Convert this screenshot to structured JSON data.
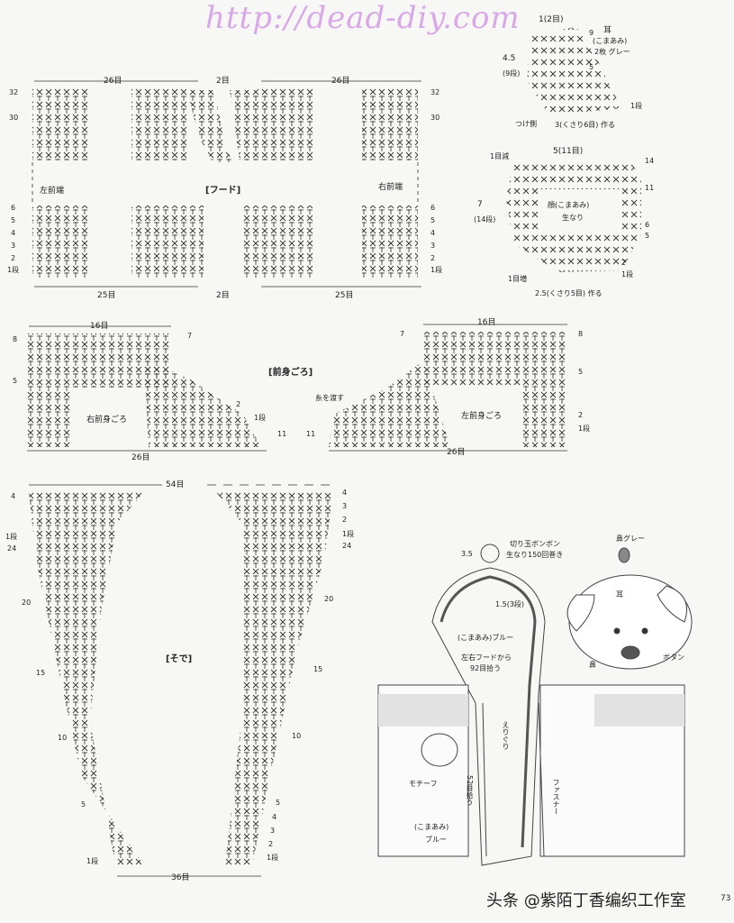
{
  "watermark": "http://dead-diy.com",
  "page_number": "73",
  "footer": "头条 @紫陌丁香编织工作室",
  "hood": {
    "title": "[フード]",
    "left_label": "左前端",
    "right_label": "右前端",
    "top_left_count": "26目",
    "top_right_count": "26目",
    "top_mid_count": "2目",
    "bottom_left_count": "25目",
    "bottom_right_count": "25目",
    "bottom_mid_count": "2目",
    "rows_left": [
      "32",
      "30",
      "6",
      "5",
      "4",
      "3",
      "2",
      "1段"
    ],
    "rows_right": [
      "32",
      "30",
      "6",
      "5",
      "4",
      "3",
      "2",
      "1段"
    ]
  },
  "ear": {
    "title": "耳",
    "sub": "(こまあみ)",
    "sub2": "2枚 グレー",
    "top_count": "1(2目)",
    "height": "4.5",
    "rows": "(9段)",
    "r9": "9",
    "r5": "5",
    "r1": "1段",
    "base_label": "つけ側",
    "base_count": "3(くさり6目) 作る"
  },
  "face": {
    "title": "顔(こまあみ)",
    "sub": "生なり",
    "top_count": "5(11目)",
    "dec_label": "1目減",
    "inc_label": "1目増",
    "height": "7",
    "rows": "(14段)",
    "r14": "14",
    "r11": "11",
    "r6": "6",
    "r5": "5",
    "r2": "2",
    "r1": "1段",
    "base_count": "2.5(くさり5目) 作る"
  },
  "front": {
    "title": "[前身ごろ]",
    "right_label": "右前身ごろ",
    "left_label": "左前身ごろ",
    "top_left_count": "16目",
    "top_right_count": "16目",
    "bottom_left_count": "26目",
    "bottom_right_count": "26目",
    "yarn_note": "糸を渡す",
    "rows_left": [
      "8",
      "7",
      "5",
      "2",
      "1段",
      "11"
    ],
    "rows_right": [
      "7",
      "8",
      "5",
      "2",
      "1段",
      "11"
    ]
  },
  "sleeve": {
    "title": "[そで]",
    "top_count": "54目",
    "bottom_count": "36目",
    "rows_left": [
      "4",
      "1段",
      "24",
      "20",
      "15",
      "10",
      "5",
      "1段"
    ],
    "rows_right": [
      "4",
      "3",
      "2",
      "1段",
      "24",
      "20",
      "15",
      "10",
      "5",
      "4",
      "3",
      "2",
      "1段"
    ]
  },
  "assembly": {
    "pompom": "切り玉ボンボン",
    "pompom_sub": "生なり150回巻き",
    "pompom_size": "3.5",
    "hood_edge": "1.5(3段)",
    "edge_yarn": "(こまあみ)ブルー",
    "pickup_hood": "左右フードから",
    "pickup_hood2": "92目拾う",
    "collar": "えりぐり",
    "motif": "モチーフ",
    "zip": "ファスナー",
    "pickup_front": "52目拾う",
    "front_yarn": "(こまあみ)",
    "front_yarn2": "ブルー"
  },
  "motif_detail": {
    "nose_label": "鼻グレー",
    "ear_label": "耳",
    "nose2": "鼻",
    "button": "ボタン"
  }
}
